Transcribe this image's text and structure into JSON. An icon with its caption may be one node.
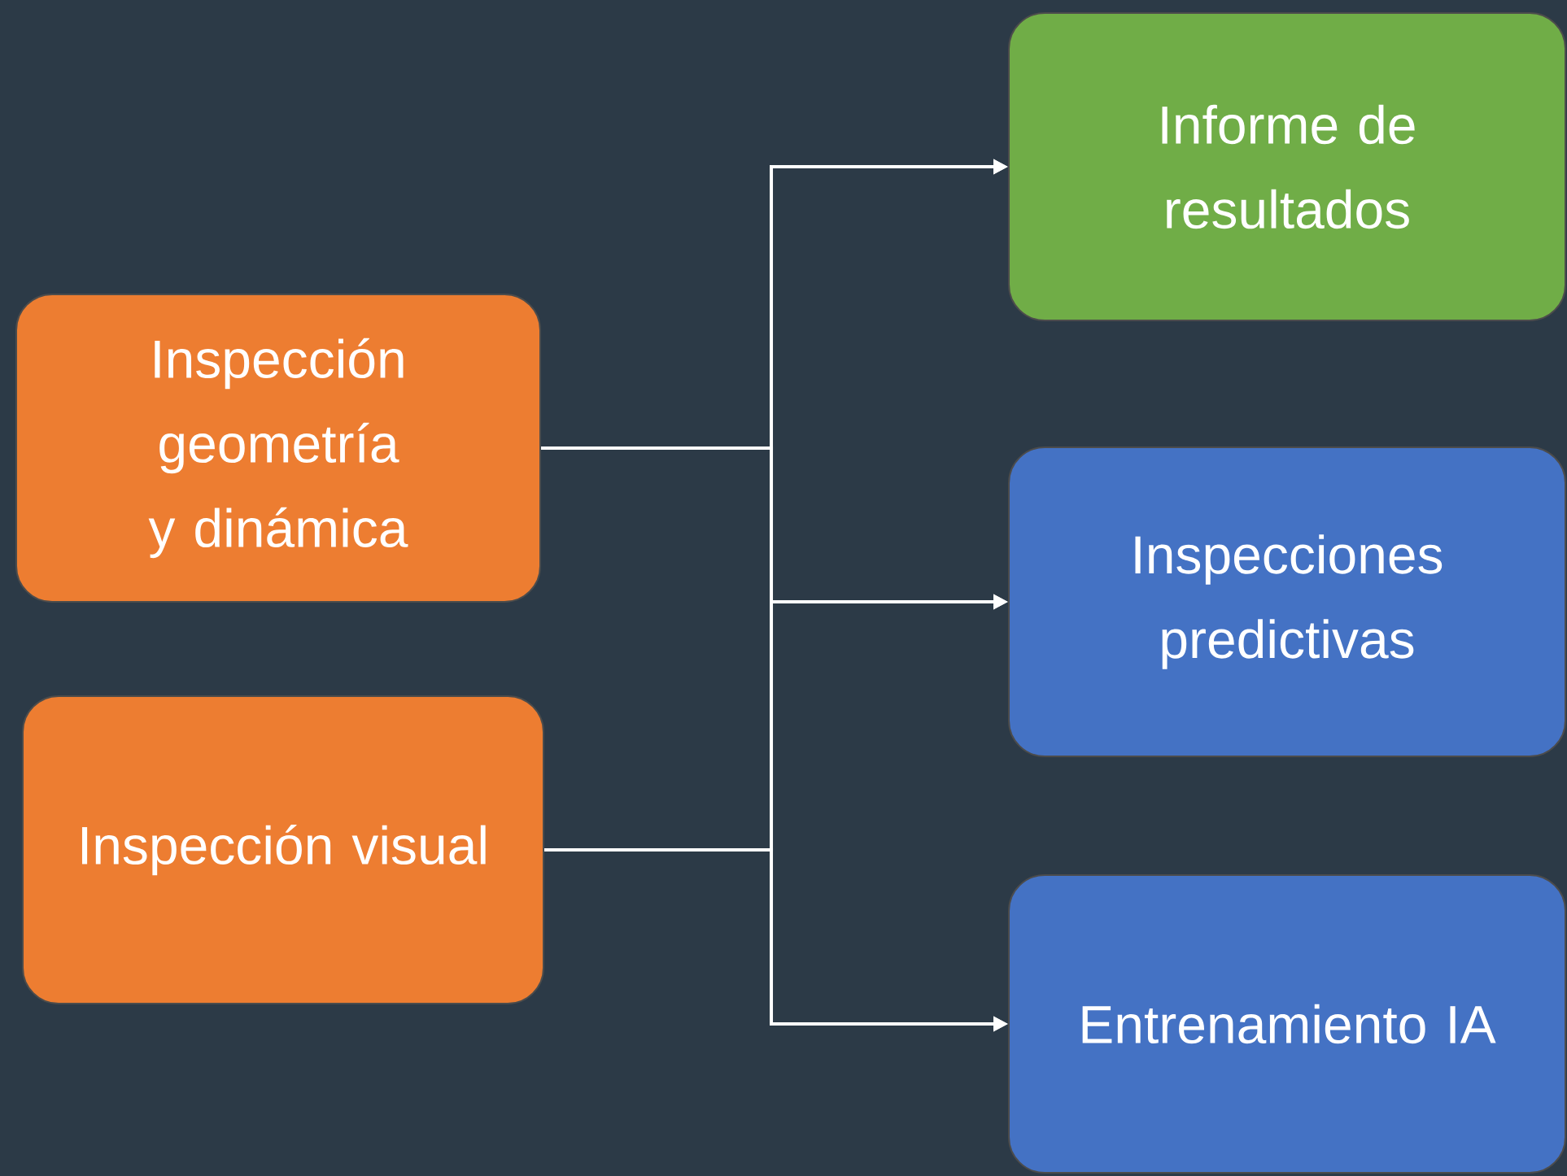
{
  "diagram": {
    "nodes": [
      {
        "text": [
          "Inspección geometría y dinámica"
        ]
      },
      {
        "text": [
          "Inspección visual"
        ]
      },
      {
        "text": [
          "Informe de resultados"
        ]
      },
      {
        "text": [
          "Inspecciones predictivas"
        ]
      },
      {
        "text": [
          "Entrenamiento IA"
        ]
      }
    ],
    "edges": [
      {
        "from": 0,
        "to": 2,
        "arrow": "to"
      },
      {
        "from": 0,
        "to": 3,
        "arrow": "to"
      },
      {
        "from": 0,
        "to": 4,
        "arrow": "to"
      },
      {
        "from": 1,
        "to": 2,
        "arrow": "to"
      },
      {
        "from": 1,
        "to": 3,
        "arrow": "to"
      },
      {
        "from": 1,
        "to": 4,
        "arrow": "to"
      }
    ]
  }
}
